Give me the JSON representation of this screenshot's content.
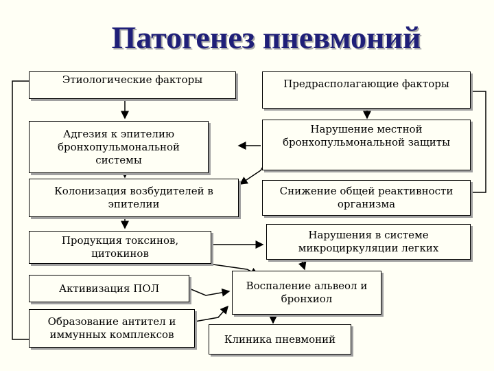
{
  "title": "Патогенез пневмоний",
  "boxes": {
    "etiological": "Этиологические факторы",
    "predisposing": "Предрасполагающие факторы",
    "adhesion": "Адгезия к эпителию бронхопульмональной системы",
    "local_defense": "Нарушение местной бронхопульмональной защиты",
    "colonization": "Колонизация возбудителей в эпителии",
    "reactivity": "Снижение общей реактивности организма",
    "toxins": "Продукция токсинов, цитокинов",
    "microcirculation": "Нарушения в системе микроциркуляции легких",
    "lpo": "Активизация ПОЛ",
    "inflammation": "Воспаление альвеол и бронхиол",
    "antibodies": "Образование антител и иммунных комплексов",
    "clinic": "Клиника пневмоний"
  }
}
